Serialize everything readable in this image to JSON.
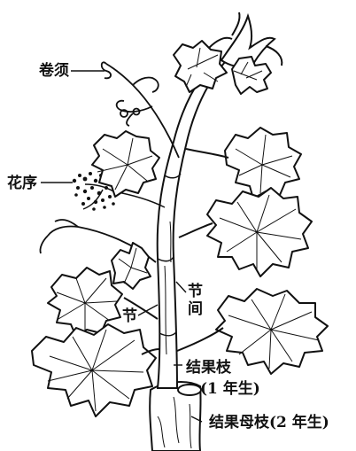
{
  "labels": {
    "tendril": "卷须",
    "inflorescence": "花序",
    "node": "节",
    "internode_char1": "节",
    "internode_char2": "间",
    "fruiting_shoot": "结果枝",
    "fruiting_shoot_age": "(1 年生)",
    "fruiting_mother_shoot": "结果母枝(2 年生)"
  },
  "colors": {
    "ink": "#111111",
    "paper": "#ffffff"
  }
}
